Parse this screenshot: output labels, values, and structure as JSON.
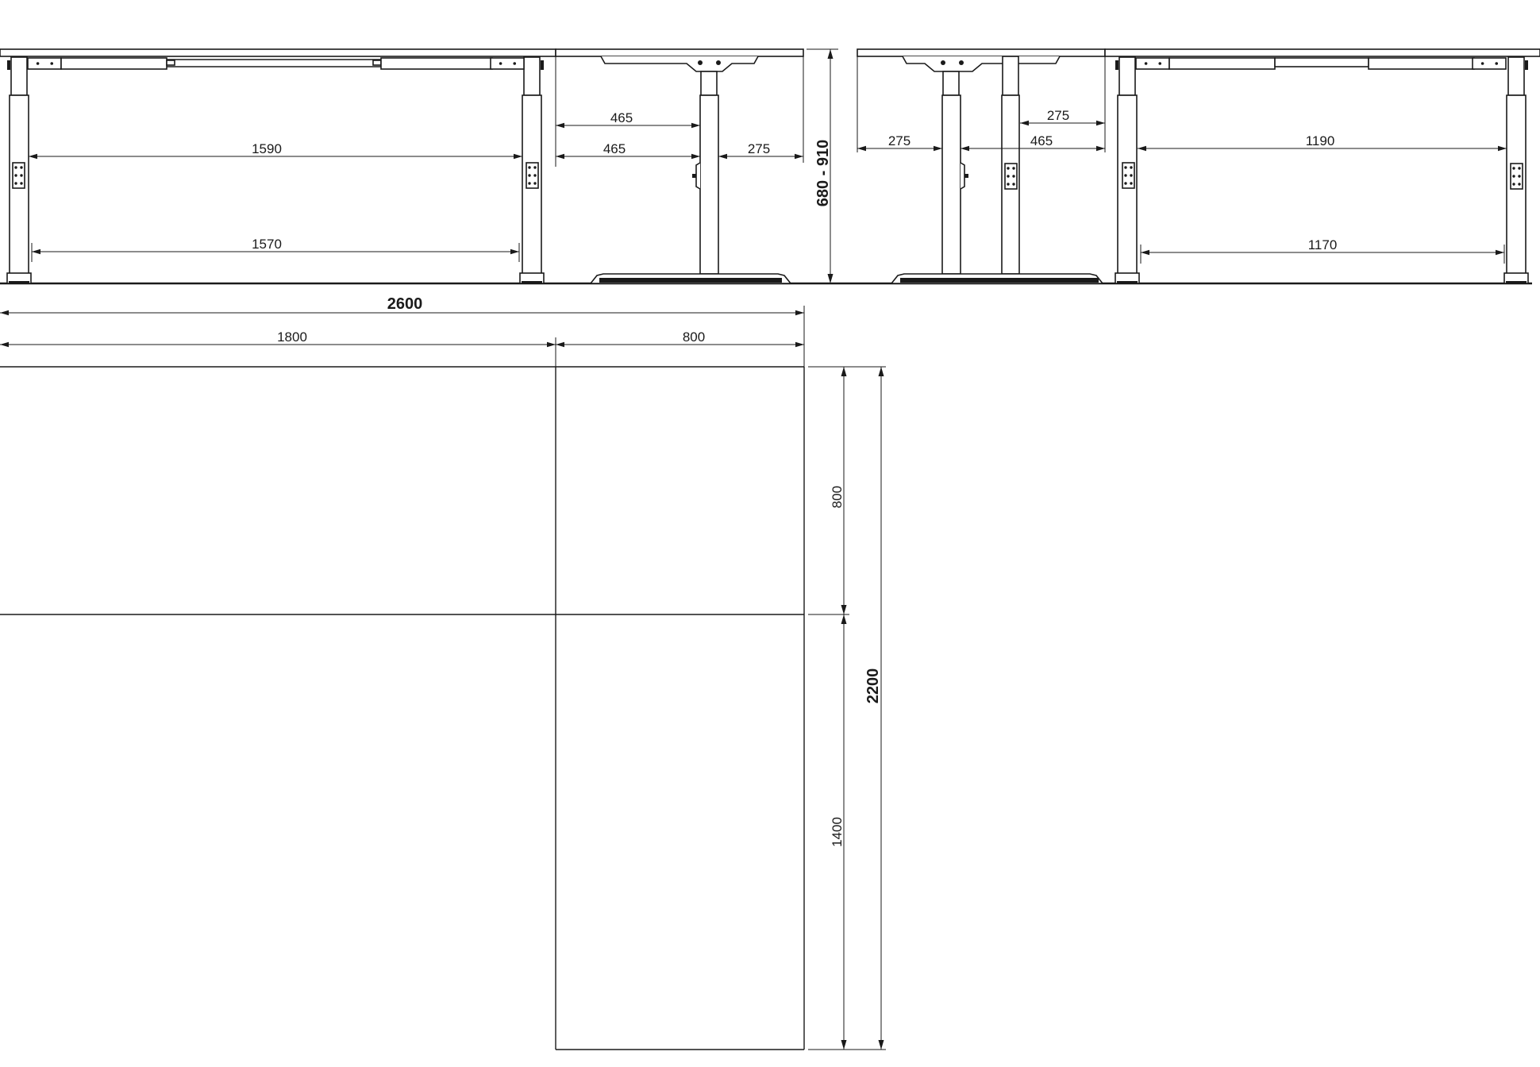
{
  "drawing": {
    "title": "Height-adjustable corner desk dimension drawing",
    "units": "mm",
    "line_color": "#1a1a1a",
    "background": "#ffffff"
  },
  "front_view_left": {
    "dim_top_span": "1590",
    "dim_bottom_span": "1570"
  },
  "side_view_single": {
    "dim_upper_overhang": "465",
    "dim_lower_overhang": "465",
    "dim_right_overhang": "275"
  },
  "height": {
    "label": "680 - 910"
  },
  "side_view_double": {
    "dim_left": "275",
    "dim_upper_right": "275",
    "dim_lower_right": "465"
  },
  "front_view_right": {
    "dim_top_span": "1190",
    "dim_bottom_span": "1170"
  },
  "plan": {
    "overall_width": "2600",
    "main_width": "1800",
    "return_width": "800",
    "return_depth_upper": "800",
    "return_depth_lower": "1400",
    "overall_depth": "2200"
  }
}
